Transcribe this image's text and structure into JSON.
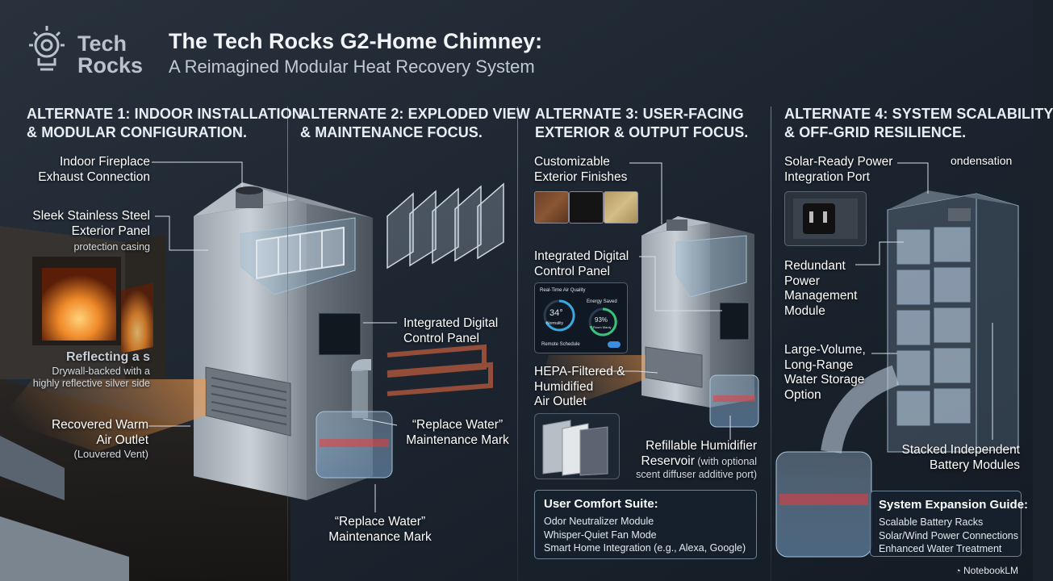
{
  "logo": {
    "line1": "Tech",
    "line2": "Rocks",
    "icon": "lightbulb-gear-icon"
  },
  "title": "The Tech Rocks G2-Home Chimney:",
  "subtitle": "A Reimagined Modular Heat Recovery System",
  "sections": [
    {
      "line1": "ALTERNATE 1: INDOOR INSTALLATION",
      "line2": "& MODULAR CONFIGURATION."
    },
    {
      "line1": "ALTERNATE 2: EXPLODED VIEW",
      "line2": "& MAINTENANCE FOCUS."
    },
    {
      "line1": "ALTERNATE 3: USER-FACING",
      "line2": "EXTERIOR & OUTPUT FOCUS."
    },
    {
      "line1": "ALTERNATE 4: SYSTEM SCALABILITY",
      "line2": "& OFF-GRID RESILIENCE."
    }
  ],
  "alt1": {
    "exhaust": {
      "l1": "Indoor Fireplace",
      "l2": "Exhaust Connection"
    },
    "panel": {
      "l1": "Sleek Stainless Steel",
      "l2": "Exterior Panel",
      "note": "protection casing"
    },
    "reflecting": {
      "title": "Reflecting  a s",
      "l1": "Drywall-backed with a",
      "l2": "highly reflective silver side"
    },
    "outlet": {
      "l1": "Recovered Warm",
      "l2": "Air Outlet",
      "l3": "(Louvered Vent)"
    }
  },
  "alt2": {
    "control": {
      "l1": "Integrated Digital",
      "l2": "Control Panel"
    },
    "replace_right": {
      "l1": "“Replace Water”",
      "l2": "Maintenance Mark"
    },
    "replace_bottom": {
      "l1": "“Replace Water”",
      "l2": "Maintenance Mark"
    }
  },
  "alt3": {
    "finishes": {
      "l1": "Customizable",
      "l2": "Exterior Finishes"
    },
    "control": {
      "l1": "Integrated Digital",
      "l2": "Control Panel"
    },
    "panel_ui": {
      "header": "Real-Time Air Quality",
      "temp": "34°",
      "temp_label": "Normality",
      "energy_label": "Energy Saved",
      "energy": "93%",
      "energy_sub": "Room Manly",
      "schedule": "Remote Schedule"
    },
    "hepa": {
      "l1": "HEPA-Filtered &",
      "l2": "Humidified",
      "l3": "Air Outlet"
    },
    "reservoir": {
      "l1": "Refillable Humidifier",
      "l2a": "Reservoir",
      "l2b": " (with optional",
      "l3": "scent diffuser additive port)"
    },
    "comfort": {
      "title": "User Comfort Suite:",
      "items": [
        "Odor Neutralizer Module",
        "Whisper-Quiet Fan Mode",
        "Smart Home Integration (e.g., Alexa, Google)"
      ]
    }
  },
  "alt4": {
    "condensation": "ondensation",
    "solar": {
      "l1": "Solar-Ready Power",
      "l2": "Integration Port"
    },
    "redundant": {
      "l1": "Redundant",
      "l2": "Power",
      "l3": "Management",
      "l4": "Module"
    },
    "water": {
      "l1": "Large-Volume,",
      "l2": "Long-Range",
      "l3": "Water Storage",
      "l4": "Option"
    },
    "battery": {
      "l1": "Stacked Independent",
      "l2": "Battery Modules"
    },
    "guide": {
      "title": "System Expansion Guide:",
      "items": [
        "Scalable Battery Racks",
        "Solar/Wind Power Connections",
        "Enhanced Water Treatment"
      ]
    }
  },
  "watermark": "NotebookLM",
  "colors": {
    "background": "#1a222c",
    "accent_fire": "#e8802a",
    "water": "#8fb6d6"
  }
}
